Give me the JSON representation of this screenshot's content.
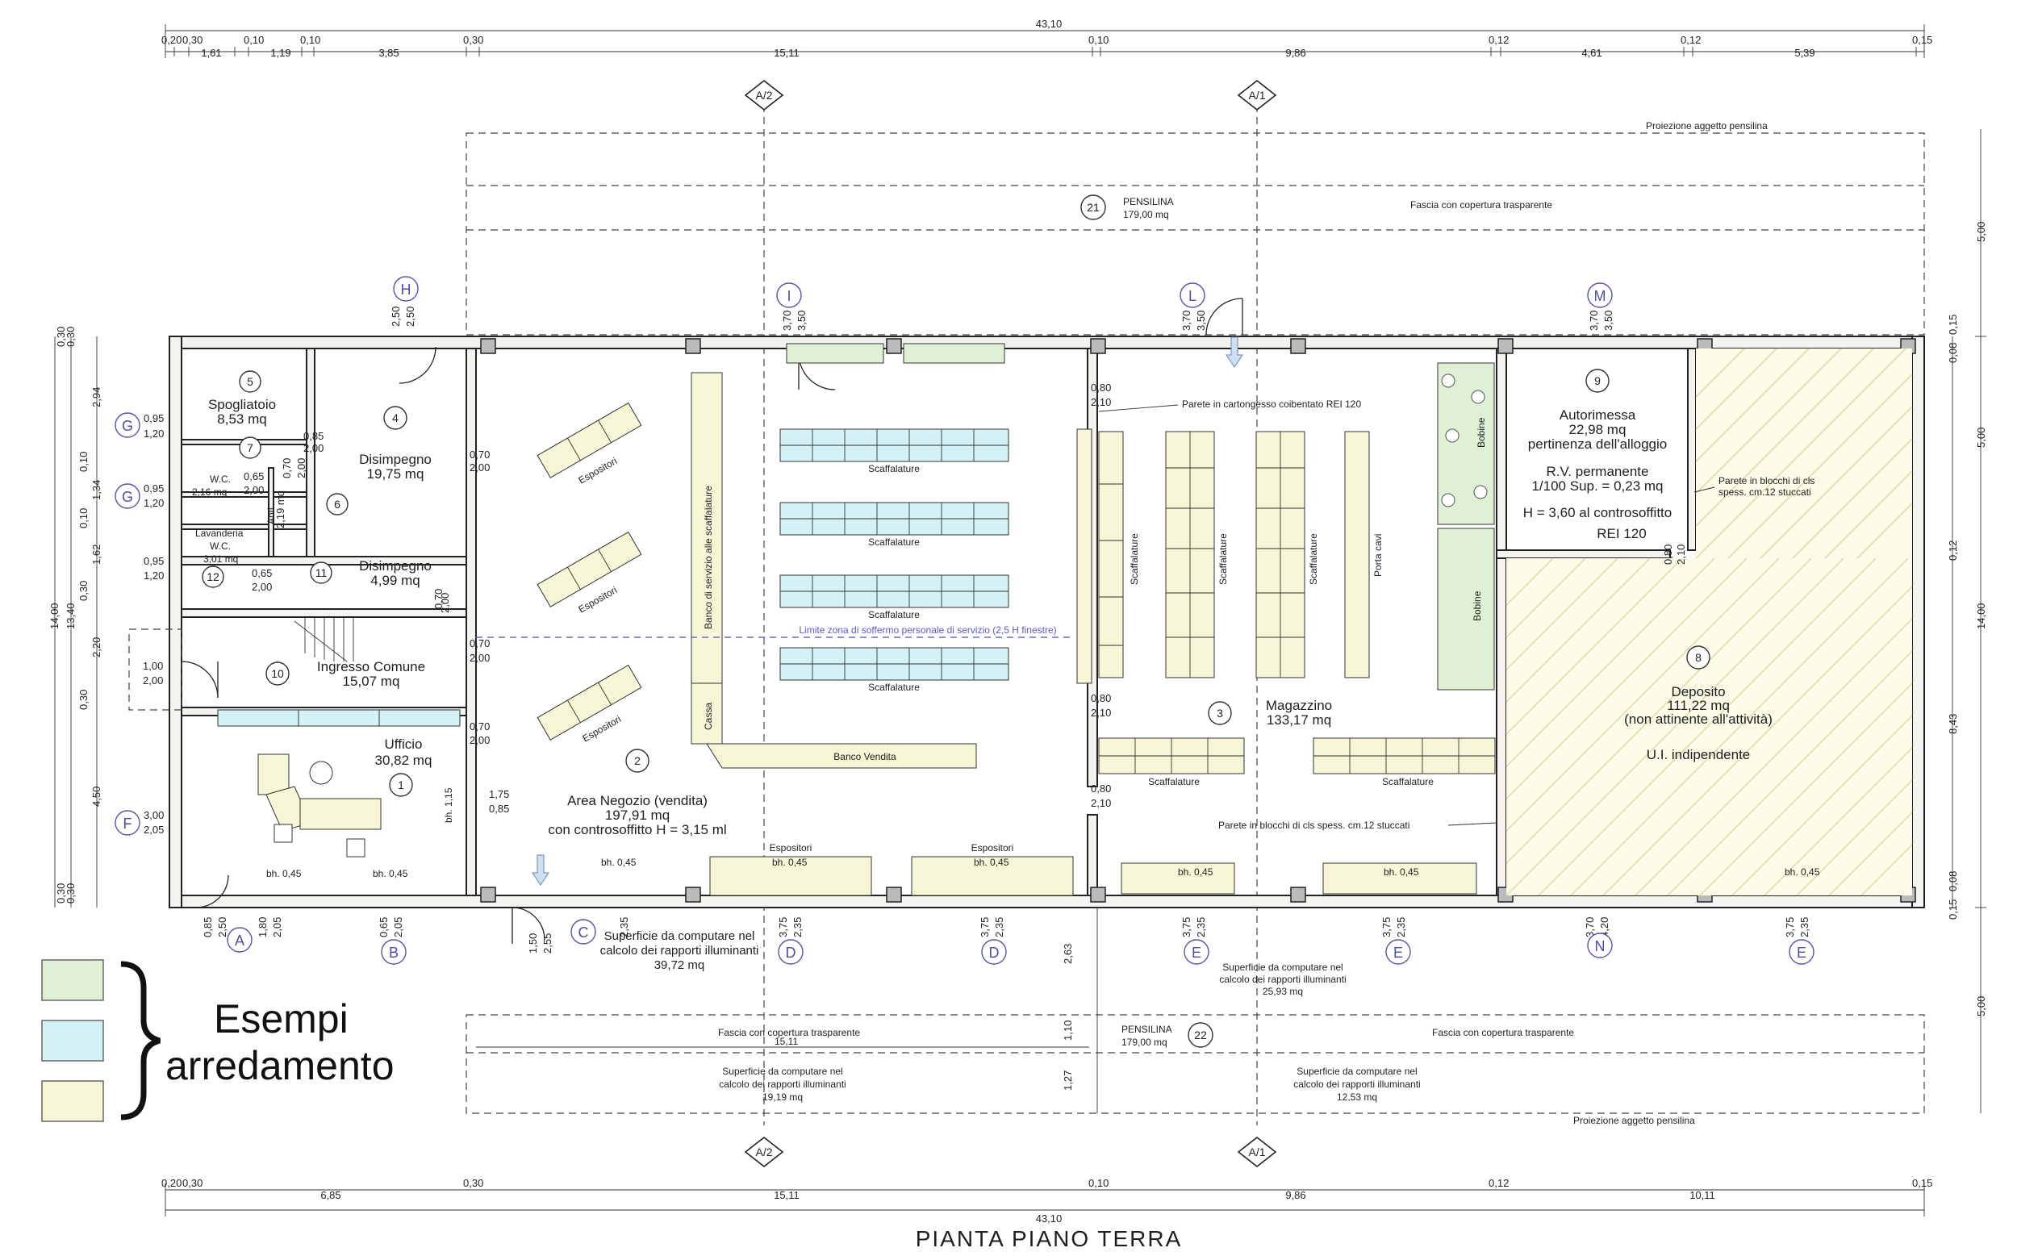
{
  "drawing": {
    "title": "PIANTA PIANO TERRA",
    "colors": {
      "wall": "#222222",
      "green_furniture": "#dff0d5",
      "cyan_furniture": "#d4f2f5",
      "yellow_furniture": "#f7f7d8",
      "grid_axis": "#4d4da8",
      "limit_line": "#6a6ad8"
    }
  },
  "legend": {
    "label_line1": "Esempi",
    "label_line2": "arredamento",
    "swatch_colors": [
      "#dff0d5",
      "#d4f2f5",
      "#f7f7d8"
    ]
  },
  "top_dims": {
    "total": "43,10",
    "segments": [
      "0,20",
      "0,30",
      "1,61",
      "0,10",
      "1,19",
      "0,10",
      "3,85",
      "0,30",
      "15,11",
      "0,10",
      "9,86",
      "0,12",
      "4,61",
      "0,12",
      "5,39",
      "0,15"
    ]
  },
  "bottom_dims": {
    "total": "43,10",
    "segments": [
      "0,20",
      "0,30",
      "6,85",
      "0,30",
      "15,11",
      "0,10",
      "9,86",
      "0,12",
      "10,11",
      "0,15"
    ]
  },
  "left_dims": {
    "outer_total": "14,00",
    "inner_total": "13,40",
    "outer": [
      "0,30",
      "2,94",
      "0,10",
      "1,34",
      "0,10",
      "1,62",
      "0,30",
      "2,20",
      "0,30",
      "4,50",
      "0,30"
    ],
    "inner": [
      "0,30",
      "0,30"
    ]
  },
  "right_dims": {
    "upper": "5,00",
    "middle": "5,00",
    "total": "14,00",
    "lower": "5,00",
    "small": [
      "0,08",
      "0,15",
      "0,12",
      "8,43",
      "0,15",
      "0,08"
    ]
  },
  "sections": {
    "a2_top": "A/2",
    "a1_top": "A/1",
    "a2_bottom": "A/2",
    "a1_bottom": "A/1"
  },
  "grid_axes": [
    "H",
    "I",
    "L",
    "M",
    "G",
    "G",
    "F",
    "A",
    "B",
    "C",
    "D",
    "D",
    "E",
    "E",
    "N",
    "E"
  ],
  "rooms": {
    "r1": {
      "num": "1",
      "name": "Ufficio",
      "area": "30,82 mq"
    },
    "r2": {
      "num": "2",
      "name": "Area Negozio (vendita)",
      "area": "197,91 mq",
      "extra": "con controsoffitto H = 3,15 ml"
    },
    "r3": {
      "num": "3",
      "name": "Magazzino",
      "area": "133,17 mq"
    },
    "r4": {
      "num": "4",
      "name": "Disimpegno",
      "area": "19,75 mq"
    },
    "r5": {
      "num": "5",
      "name": "Spogliatoio",
      "area": "8,53 mq"
    },
    "r6": {
      "num": "6"
    },
    "r7": {
      "num": "7",
      "name": "W.C.",
      "area": "2,16 mq"
    },
    "r8": {
      "num": "8",
      "name": "Deposito",
      "area": "111,22 mq",
      "extra": "(non attinente all'attività)",
      "extra2": "U.I. indipendente"
    },
    "r9": {
      "num": "9",
      "name": "Autorimessa",
      "area": "22,98 mq",
      "extra": "pertinenza dell'alloggio",
      "rv": "R.V. permanente",
      "rv2": "1/100 Sup. = 0,23 mq",
      "h": "H = 3,60 al controsoffitto",
      "rei": "REI 120"
    },
    "r10": {
      "num": "10",
      "name": "Ingresso Comune",
      "area": "15,07 mq"
    },
    "r11": {
      "num": "11",
      "name": "Disimpegno",
      "area": "4,99 mq"
    },
    "r12": {
      "num": "12",
      "name": "Lavanderia",
      "name2": "W.C.",
      "area": "3,01 mq"
    },
    "r21": {
      "num": "21",
      "name": "PENSILINA",
      "area": "179,00 mq"
    },
    "r22": {
      "num": "22",
      "name": "PENSILINA",
      "area": "179,00 mq"
    }
  },
  "labels": {
    "proiezione_top": "Proiezione aggetto pensilina",
    "proiezione_bottom": "Proiezione aggetto pensilina",
    "fascia_top": "Fascia con copertura trasparente",
    "fascia_bl": "Fascia con copertura trasparente",
    "fascia_br": "Fascia con copertura trasparente",
    "parete_cartongesso": "Parete in cartongesso coibentato REI 120",
    "parete_blocchi_1": "Parete in blocchi di cls",
    "parete_blocchi_1b": "spess. cm.12 stuccati",
    "parete_blocchi_2": "Parete in blocchi di cls spess. cm.12 stuccati",
    "limite": "Limite zona di soffermo personale di servizio (2,5 H finestre)",
    "scaffalature": "Scaffalature",
    "espositori": "Espositori",
    "banco_servizio": "Banco di servizio alle scaffalature",
    "cassa": "Cassa",
    "banco_vendita": "Banco Vendita",
    "bobine": "Bobine",
    "porta_cavi": "Porta cavi",
    "anti": "Anti",
    "sup1": "Superficie da computare nel",
    "sup2": "calcolo dei rapporti illuminanti",
    "sup_a": "39,72 mq",
    "sup_b": "25,93 mq",
    "sup_c": "19,19 mq",
    "sup_d": "12,53 mq",
    "bh": "bh. 0,45",
    "bh115": "bh. 1,15"
  },
  "opening_dims": {
    "d250": "2,50",
    "d370": "3,70",
    "d350": "3,50",
    "d095": "0,95",
    "d120": "1,20",
    "d065": "0,65",
    "d200": "2,00",
    "d085": "0,85",
    "d070": "0,70",
    "d219": "2,19 mq",
    "d080": "0,80",
    "d210": "2,10",
    "d100": "1,00",
    "d300": "3,00",
    "d205": "2,05",
    "d175": "1,75",
    "d150": "1,50",
    "d255": "2,55",
    "d235": "2,35",
    "d375": "3,75",
    "d180": "1,80",
    "d263": "2,63",
    "d110": "1,10",
    "d127": "1,27",
    "d420": "4,20",
    "d1511": "15,11"
  }
}
